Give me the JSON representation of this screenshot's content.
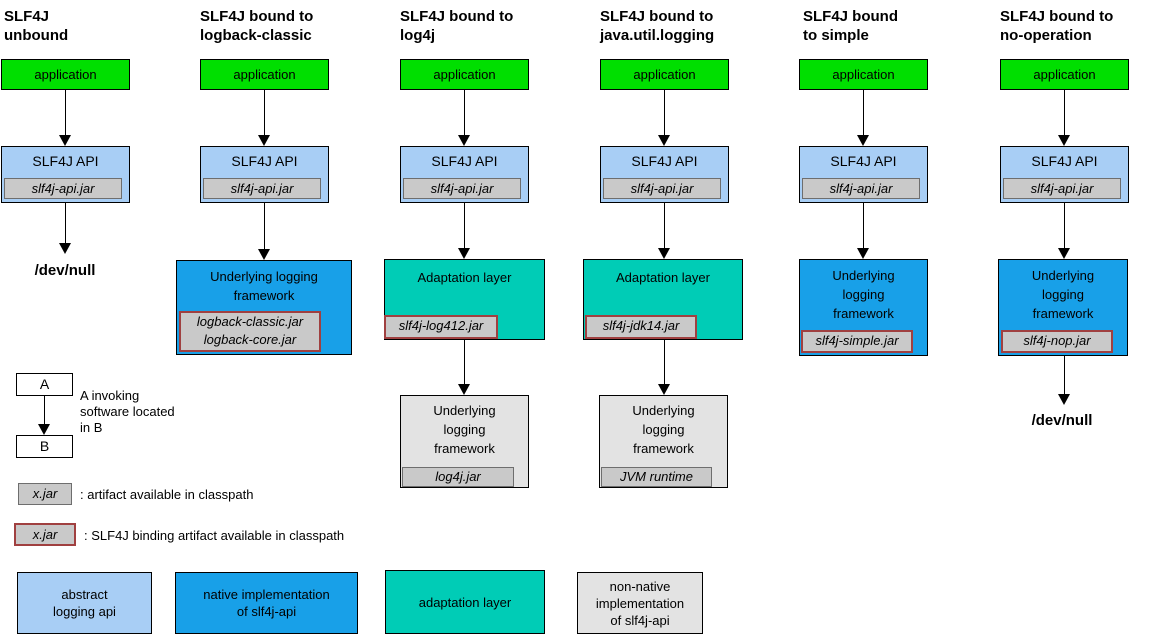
{
  "colors": {
    "app_green": "#00DF00",
    "api_blue": "#A8CEF5",
    "impl_blue": "#18A0E8",
    "adapt_teal": "#00CCB6",
    "gray_box": "#E3E3E3",
    "jar_gray": "#C9C9C9",
    "binding_red": "#A04040"
  },
  "columns": [
    {
      "title": "SLF4J\nunbound",
      "app": "application",
      "api": "SLF4J API",
      "api_jar": "slf4j-api.jar",
      "sink": "/dev/null"
    },
    {
      "title": "SLF4J bound to\nlogback-classic",
      "app": "application",
      "api": "SLF4J API",
      "api_jar": "slf4j-api.jar",
      "impl": "Underlying logging\nframework",
      "impl_jar": "logback-classic.jar\nlogback-core.jar"
    },
    {
      "title": "SLF4J bound to\nlog4j",
      "app": "application",
      "api": "SLF4J API",
      "api_jar": "slf4j-api.jar",
      "adapter": "Adaptation layer",
      "adapter_jar": "slf4j-log412.jar",
      "framework": "Underlying\nlogging\nframework",
      "framework_jar": "log4j.jar"
    },
    {
      "title": "SLF4J bound to\njava.util.logging",
      "app": "application",
      "api": "SLF4J API",
      "api_jar": "slf4j-api.jar",
      "adapter": "Adaptation layer",
      "adapter_jar": "slf4j-jdk14.jar",
      "framework": "Underlying\nlogging\nframework",
      "framework_jar": "JVM runtime"
    },
    {
      "title": "SLF4J bound\nto simple",
      "app": "application",
      "api": "SLF4J API",
      "api_jar": "slf4j-api.jar",
      "impl": "Underlying\nlogging\nframework",
      "impl_jar": "slf4j-simple.jar"
    },
    {
      "title": "SLF4J bound to\nno-operation",
      "app": "application",
      "api": "SLF4J API",
      "api_jar": "slf4j-api.jar",
      "impl": "Underlying\nlogging\nframework",
      "impl_jar": "slf4j-nop.jar",
      "sink": "/dev/null"
    }
  ],
  "legend": {
    "node_a": "A",
    "node_b": "B",
    "invoking": "A invoking\nsoftware located\nin B",
    "jar_sample": "x.jar",
    "jar_desc": ": artifact available in classpath",
    "binding_jar_sample": "x.jar",
    "binding_jar_desc": ": SLF4J binding artifact available in classpath",
    "key_abstract": "abstract\nlogging api",
    "key_native": "native implementation\nof slf4j-api",
    "key_adaptation": "adaptation layer",
    "key_nonnative": "non-native\nimplementation\nof slf4j-api"
  }
}
